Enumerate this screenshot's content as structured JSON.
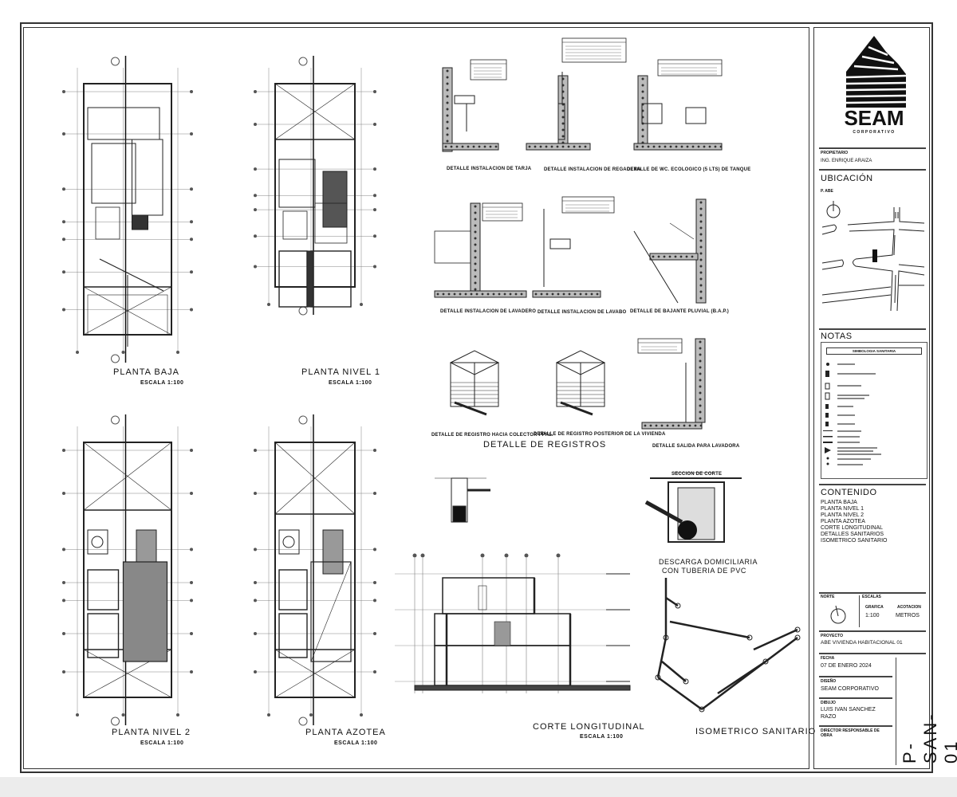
{
  "plans": [
    {
      "title": "PLANTA BAJA",
      "scale": "ESCALA 1:100"
    },
    {
      "title": "PLANTA NIVEL 1",
      "scale": "ESCALA 1:100"
    },
    {
      "title": "PLANTA NIVEL 2",
      "scale": "ESCALA 1:100"
    },
    {
      "title": "PLANTA AZOTEA",
      "scale": "ESCALA 1:100"
    }
  ],
  "details": {
    "tarja": "DETALLE INSTALACION DE TARJA",
    "regadera": "DETALLE INSTALACION DE REGADERA",
    "wc": "DETALLE DE WC. ECOLOGICO (5 LTS) DE TANQUE",
    "lavadero": "DETALLE INSTALACION DE LAVADERO",
    "lavabo": "DETALLE INSTALACION DE LAVABO",
    "bajante": "DETALLE DE BAJANTE PLUVIAL (B.A.P.)",
    "registro_colector": "DETALLE DE REGISTRO HACIA COLECTOR PPAL.",
    "registro_posterior": "DETALLE DE REGISTRO POSTERIOR DE LA VIVIENDA",
    "registros_title": "DETALLE DE REGISTROS",
    "lavadora": "DETALLE SALIDA PARA LAVADORA",
    "seccion": "SECCION DE CORTE",
    "descarga_1": "DESCARGA DOMICILIARIA",
    "descarga_2": "CON TUBERIA DE PVC"
  },
  "corte": {
    "title": "CORTE LONGITUDINAL",
    "scale": "ESCALA 1:100"
  },
  "isometrico": {
    "title": "ISOMETRICO SANITARIO"
  },
  "title_block": {
    "logo_text": "SEAM",
    "logo_sub": "CORPORATIVO",
    "propietario_label": "PROPIETARIO",
    "propietario": "ING. ENRIQUE ARAIZA",
    "ubicacion_label": "UBICACIÓN",
    "ubicacion_ref": "P. ABE",
    "notas_label": "NOTAS",
    "simbologia_title": "SIMBOLOGIA SANITARIA",
    "contenido_label": "CONTENIDO",
    "contenido": [
      "PLANTA BAJA",
      "PLANTA NIVEL 1",
      "PLANTA NIVEL 2",
      "PLANTA AZOTEA",
      "CORTE LONGITUDINAL",
      "DETALLES SANITARIOS",
      "ISOMETRICO SANITARIO"
    ],
    "norte_label": "NORTE",
    "escalas_label": "ESCALAS",
    "grafica_label": "GRAFICA",
    "acotacion_label": "ACOTACION",
    "escala": "1:100",
    "unidades": "METROS",
    "proyecto_label": "PROYECTO",
    "proyecto": "ABE VIVIENDA HABITACIONAL 01",
    "fecha_label": "FECHA",
    "fecha": "07 DE ENERO 2024",
    "diseno_label": "DISEÑO",
    "diseno": "SEAM CORPORATIVO",
    "dibujo_label": "DIBUJO",
    "dibujo_1": "LUIS IVAN SANCHEZ",
    "dibujo_2": "RAZO",
    "director_label": "DIRECTOR RESPONSABLE DE OBRA",
    "sheet_code": "P-SAN-01"
  }
}
